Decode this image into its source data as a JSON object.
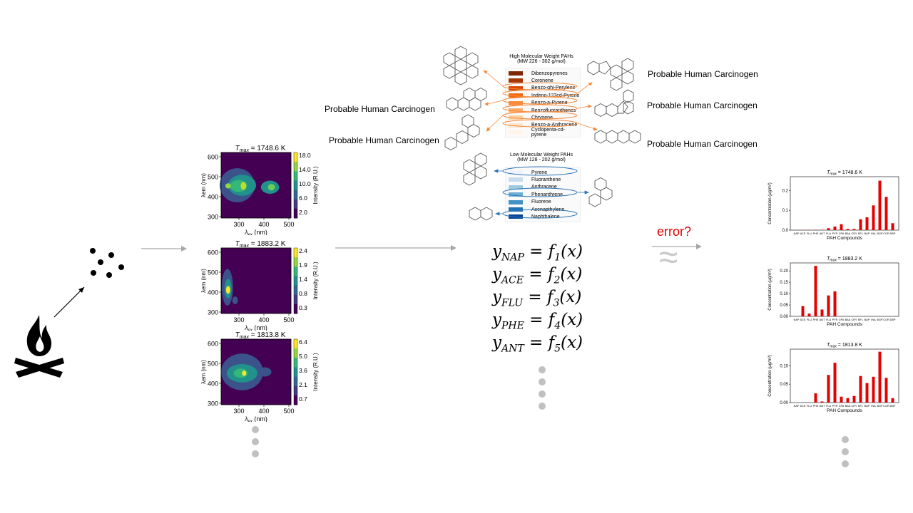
{
  "eem_plots": [
    {
      "title_prefix": "T",
      "title_sub": "max",
      "title_value": "= 1748.6 K",
      "xlabel_main": "λ",
      "xlabel_sub": "ex",
      "xlabel_unit": "(nm)",
      "ylabel": "λem (nm)",
      "colorbar_label": "Intensity (R.U.)",
      "yticks": [
        "600",
        "500",
        "400",
        "300"
      ],
      "xticks": [
        "300",
        "400",
        "500"
      ],
      "cbar_ticks": [
        "18.0",
        "14.0",
        "10.0",
        "6.0",
        "2.0"
      ]
    },
    {
      "title_prefix": "T",
      "title_sub": "max",
      "title_value": "= 1883.2 K",
      "xlabel_main": "λ",
      "xlabel_sub": "ex",
      "xlabel_unit": "(nm)",
      "ylabel": "λem (nm)",
      "colorbar_label": "Intensity (R.U.)",
      "yticks": [
        "600",
        "500",
        "400",
        "300"
      ],
      "xticks": [
        "300",
        "400",
        "500"
      ],
      "cbar_ticks": [
        "2.4",
        "1.9",
        "1.4",
        "0.8",
        "0.3"
      ]
    },
    {
      "title_prefix": "T",
      "title_sub": "max",
      "title_value": "= 1813.8 K",
      "xlabel_main": "λ",
      "xlabel_sub": "ex",
      "xlabel_unit": "(nm)",
      "ylabel": "λem (nm)",
      "colorbar_label": "Intensity (R.U.)",
      "yticks": [
        "600",
        "500",
        "400",
        "300"
      ],
      "xticks": [
        "300",
        "400",
        "500"
      ],
      "cbar_ticks": [
        "6.4",
        "5.0",
        "3.6",
        "2.1",
        "0.7"
      ]
    }
  ],
  "high_mw": {
    "title_line1": "High Molecular Weight PAHs",
    "title_line2": "(MW 226 - 302 g/mol)",
    "items": [
      {
        "label": "Dibenzopyrenes",
        "color": "#7f2704"
      },
      {
        "label": "Coronene",
        "color": "#a63603"
      },
      {
        "label": "Benzo-ghi-Perylene",
        "color": "#d94801"
      },
      {
        "label": "Indeno-123cd-Pyrene",
        "color": "#f16913"
      },
      {
        "label": "Benzo-a-Pyrene",
        "color": "#fd8d3c"
      },
      {
        "label": "Benzofluoranthenes",
        "color": "#fdae6b"
      },
      {
        "label": "Chrysene",
        "color": "#fdd0a2"
      },
      {
        "label": "Benzo-a-Anthracene",
        "color": "#fee6ce"
      },
      {
        "label": "Cyclopenta-cd-pyrene",
        "color": "#fff5eb"
      }
    ]
  },
  "low_mw": {
    "title_line1": "Low Molecular Weight PAHs",
    "title_line2": "(MW 128 - 202 g/mol)",
    "items": [
      {
        "label": "Pyrene",
        "color": "#eff3ff"
      },
      {
        "label": "Fluoranthene",
        "color": "#c6dbef"
      },
      {
        "label": "Anthracene",
        "color": "#9ecae1"
      },
      {
        "label": "Phenanthrene",
        "color": "#6baed6"
      },
      {
        "label": "Fluorene",
        "color": "#4292c6"
      },
      {
        "label": "Acenapthylene",
        "color": "#2171b5"
      },
      {
        "label": "Naphthalene",
        "color": "#084594"
      }
    ]
  },
  "carcinogen_labels": {
    "left_1": "Probable Human Carcinogen",
    "left_2": "Probable Human Carcinogen",
    "right_1": "Probable Human Carcinogen",
    "right_2": "Probable Human Carcinogen",
    "right_3": "Probable Human Carcinogen"
  },
  "equations": [
    {
      "sub": "NAP",
      "fsub": "1"
    },
    {
      "sub": "ACE",
      "fsub": "2"
    },
    {
      "sub": "FLU",
      "fsub": "3"
    },
    {
      "sub": "PHE",
      "fsub": "4"
    },
    {
      "sub": "ANT",
      "fsub": "5"
    }
  ],
  "error_label": "error?",
  "approx_symbol": "≈",
  "chart_data": [
    {
      "type": "bar",
      "title": "Tmax = 1748.6 K",
      "xlabel": "PAH Compounds",
      "ylabel": "Concentration (μg/m³)",
      "categories": [
        "NAP",
        "ACE",
        "FLU",
        "PHE",
        "ANT",
        "FLA",
        "PYR",
        "CPA",
        "BAA",
        "CRY",
        "BFL",
        "BAP",
        "INA",
        "BGP",
        "COR",
        "DBP"
      ],
      "values": [
        0.001,
        0.001,
        0.001,
        0.002,
        0.002,
        0.01,
        0.018,
        0.03,
        0.006,
        0.006,
        0.055,
        0.065,
        0.125,
        0.25,
        0.168,
        0.035
      ],
      "ylim": [
        0,
        0.27
      ],
      "yticks": [
        0.0,
        0.1,
        0.2
      ],
      "ytick_labels": [
        "0.0",
        "0.1",
        "0.2"
      ],
      "color": "#e60000"
    },
    {
      "type": "bar",
      "title": "Tmax = 1883.2 K",
      "xlabel": "PAH Compounds",
      "ylabel": "Concentration (μg/m³)",
      "categories": [
        "NAP",
        "ACE",
        "FLU",
        "PHE",
        "ANT",
        "FLA",
        "PYR",
        "CPA",
        "BAA",
        "CRY",
        "BFL",
        "BAP",
        "INA",
        "BGP",
        "COR",
        "DBP"
      ],
      "values": [
        0.0,
        0.045,
        0.012,
        0.222,
        0.03,
        0.092,
        0.11,
        0.0,
        0.0,
        0.0,
        0.0,
        0.0,
        0.0,
        0.0,
        0.0,
        0.0
      ],
      "ylim": [
        0,
        0.235
      ],
      "yticks": [
        0.0,
        0.05,
        0.1,
        0.15,
        0.2
      ],
      "ytick_labels": [
        "0.00",
        "0.05",
        "0.10",
        "0.15",
        "0.20"
      ],
      "color": "#e60000"
    },
    {
      "type": "bar",
      "title": "Tmax = 1813.8 K",
      "xlabel": "PAH Compounds",
      "ylabel": "Concentration (μg/m³)",
      "categories": [
        "NAP",
        "ACE",
        "FLU",
        "PHE",
        "ANT",
        "FLA",
        "PYR",
        "CPA",
        "BAA",
        "CRY",
        "BFL",
        "BAP",
        "INA",
        "BGP",
        "COR",
        "DBP"
      ],
      "values": [
        0.0,
        0.0,
        0.0,
        0.025,
        0.003,
        0.075,
        0.108,
        0.016,
        0.012,
        0.018,
        0.072,
        0.053,
        0.07,
        0.138,
        0.067,
        0.012
      ],
      "ylim": [
        0,
        0.145
      ],
      "yticks": [
        0.0,
        0.05,
        0.1
      ],
      "ytick_labels": [
        "0.00",
        "0.05",
        "0.10"
      ],
      "color": "#e60000"
    }
  ]
}
